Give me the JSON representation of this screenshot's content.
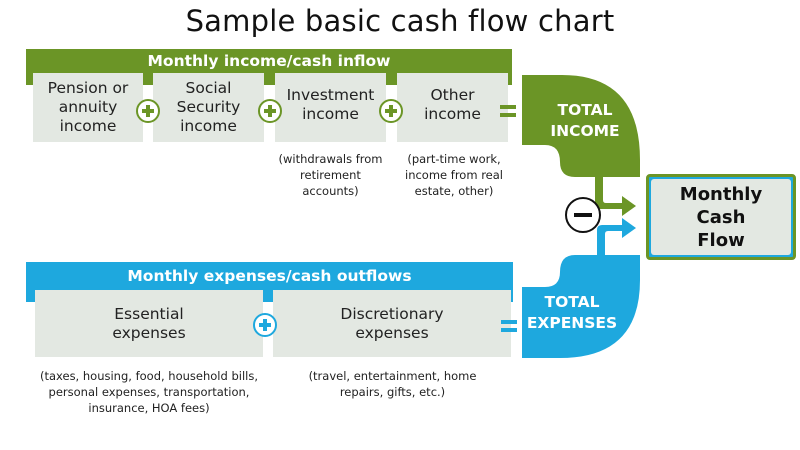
{
  "title": "Sample basic cash flow chart",
  "colors": {
    "income": "#6b9526",
    "expenses": "#1ea8de",
    "box": "#e3e8e2"
  },
  "income": {
    "banner": "Monthly income/cash inflow",
    "items": [
      {
        "label": "Pension or annuity income",
        "note": ""
      },
      {
        "label": "Social Security income",
        "note": ""
      },
      {
        "label": "Investment income",
        "note": "(withdrawals from retirement accounts)"
      },
      {
        "label": "Other income",
        "note": "(part-time work, income from real estate, other)"
      }
    ],
    "total": "TOTAL INCOME"
  },
  "expenses": {
    "banner": "Monthly expenses/cash outflows",
    "items": [
      {
        "label": "Essential expenses",
        "note": "(taxes, housing, food, household bills, personal expenses, transportation, insurance, HOA fees)"
      },
      {
        "label": "Discretionary expenses",
        "note": "(travel, entertainment, home repairs, gifts, etc.)"
      }
    ],
    "total": "TOTAL EXPENSES"
  },
  "operators": {
    "plus": "plus-icon",
    "equals": "equals-icon",
    "minus": "minus-icon"
  },
  "result": "Monthly Cash Flow"
}
